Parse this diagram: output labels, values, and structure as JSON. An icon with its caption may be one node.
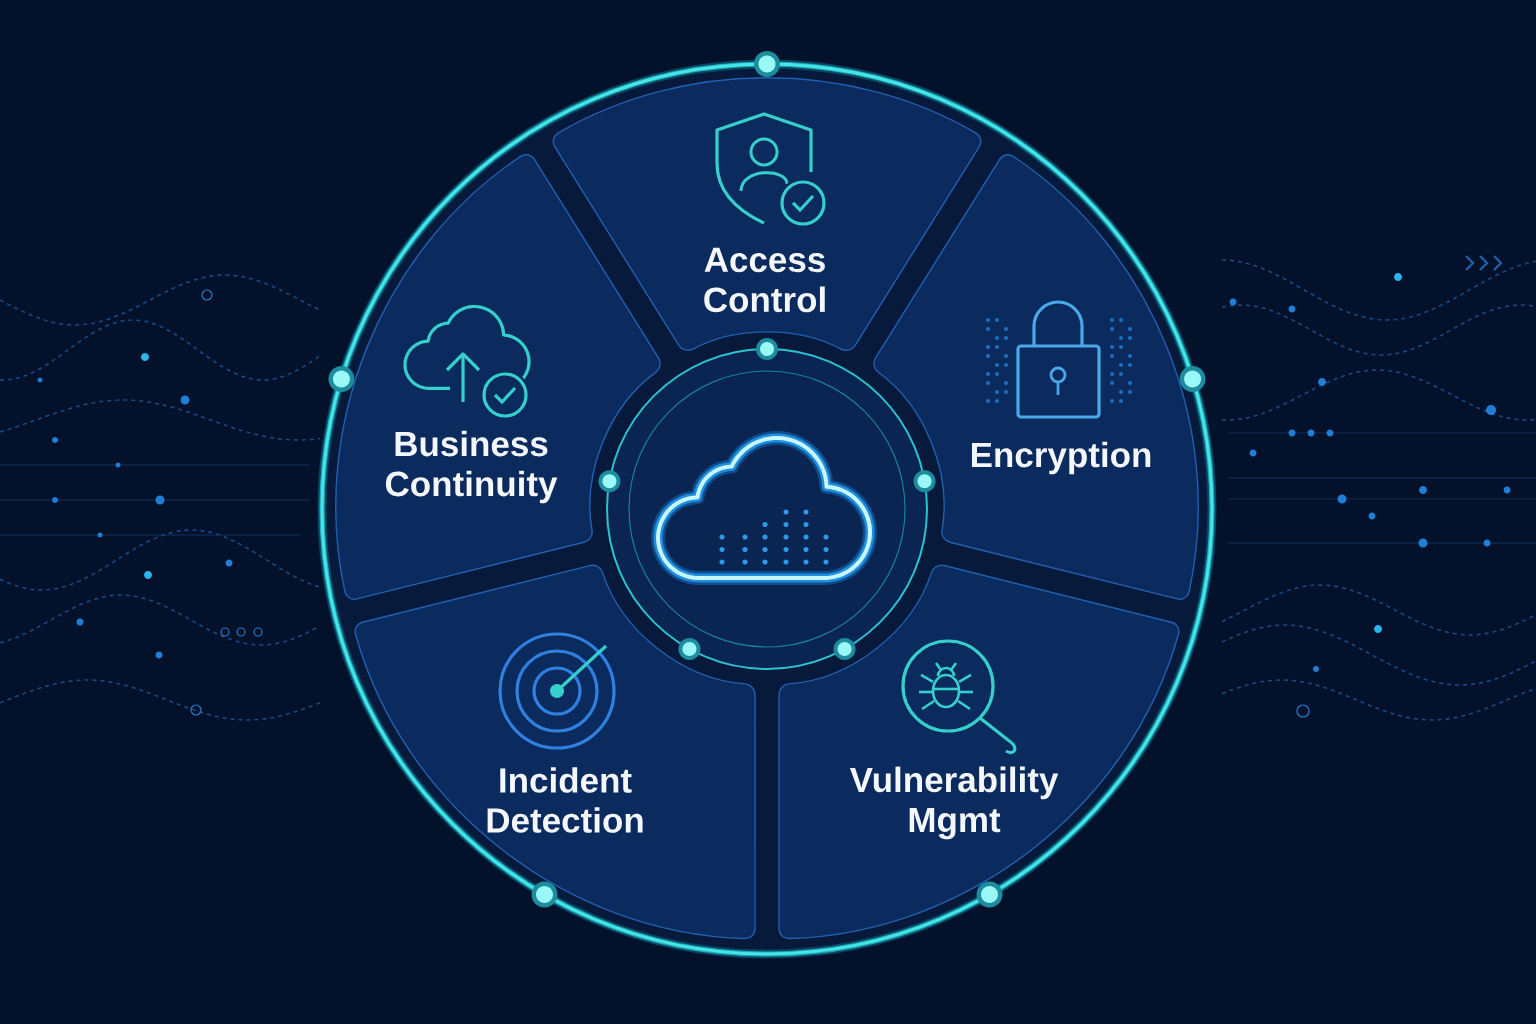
{
  "diagram": {
    "nodes": [
      {
        "text": [
          "Access Control"
        ]
      },
      {
        "text": [
          "Encryption"
        ]
      },
      {
        "text": [
          "Vulnerability Mgmt"
        ]
      },
      {
        "text": [
          "Incident Detection"
        ]
      },
      {
        "text": [
          "Business Continuity"
        ]
      },
      {
        "text": [],
        "shape": "circle"
      }
    ]
  }
}
